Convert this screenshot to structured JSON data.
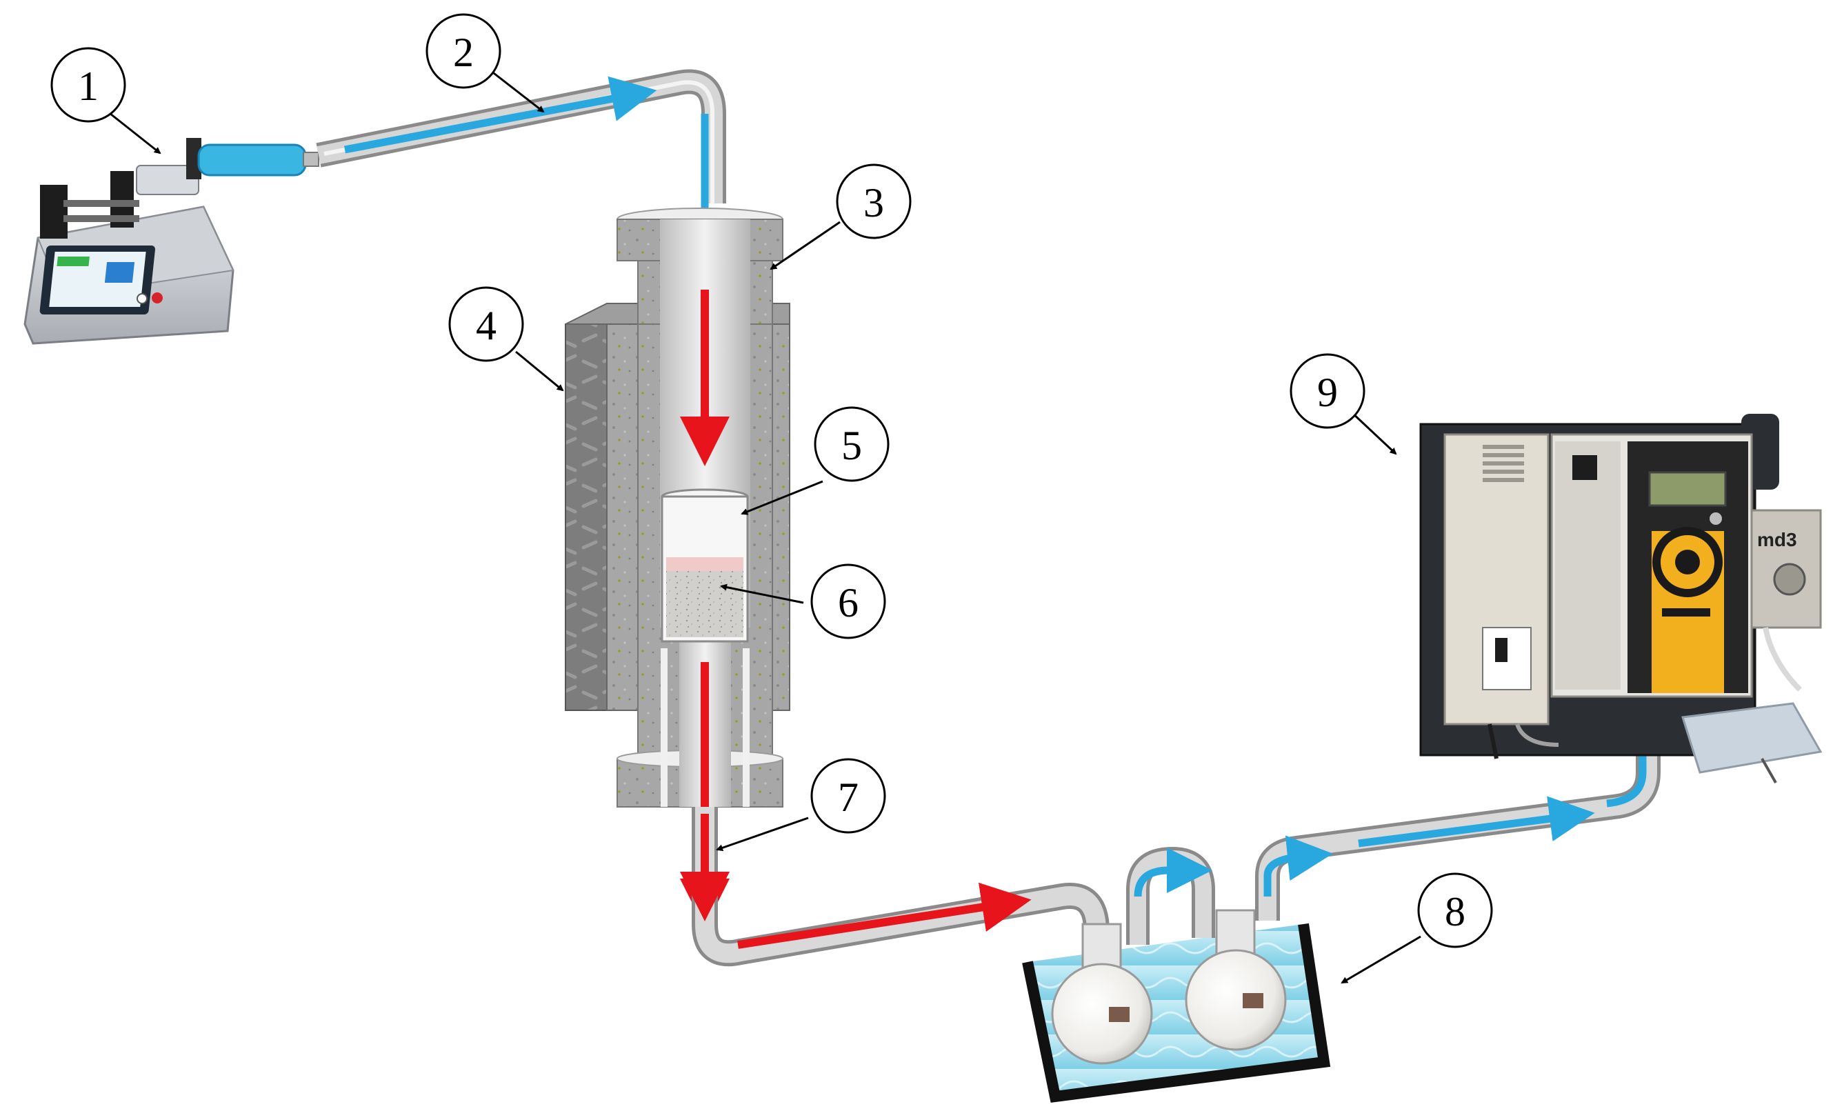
{
  "callouts": [
    {
      "id": 1,
      "label": "1"
    },
    {
      "id": 2,
      "label": "2"
    },
    {
      "id": 3,
      "label": "3"
    },
    {
      "id": 4,
      "label": "4"
    },
    {
      "id": 5,
      "label": "5"
    },
    {
      "id": 6,
      "label": "6"
    },
    {
      "id": 7,
      "label": "7"
    },
    {
      "id": 8,
      "label": "8"
    },
    {
      "id": 9,
      "label": "9"
    }
  ],
  "analyzer": {
    "module_label": "md3"
  },
  "colors": {
    "cold_flow": "#29a8e0",
    "hot_flow": "#e8141b",
    "tube": "#c9c9c9",
    "insulation": "#8e8e8e",
    "bath_water": "#9fdcec",
    "analyzer_accent": "#f2b01e"
  }
}
